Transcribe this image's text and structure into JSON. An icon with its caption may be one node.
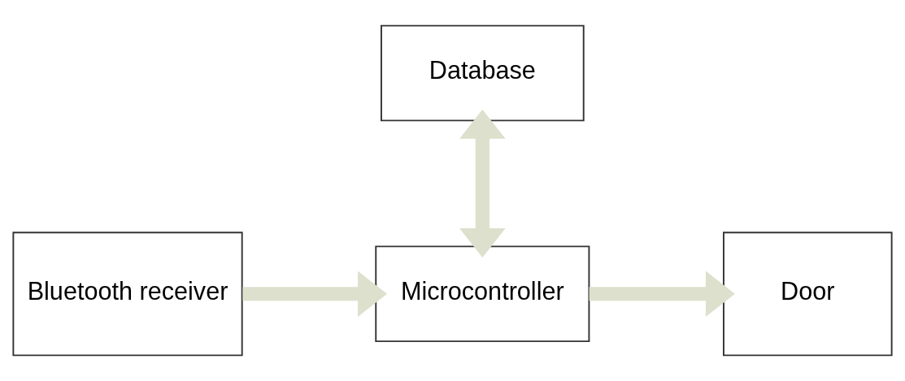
{
  "diagram": {
    "nodes": [
      {
        "text": [
          "Database"
        ]
      },
      {
        "text": [
          "Bluetooth receiver"
        ]
      },
      {
        "text": [
          "Microcontroller"
        ]
      },
      {
        "text": [
          "Door"
        ]
      }
    ],
    "edges": [
      {
        "from": 0,
        "to": 2,
        "arrow": "both"
      },
      {
        "from": 1,
        "to": 2,
        "arrow": "to"
      },
      {
        "from": 2,
        "to": 3,
        "arrow": "to"
      }
    ]
  }
}
